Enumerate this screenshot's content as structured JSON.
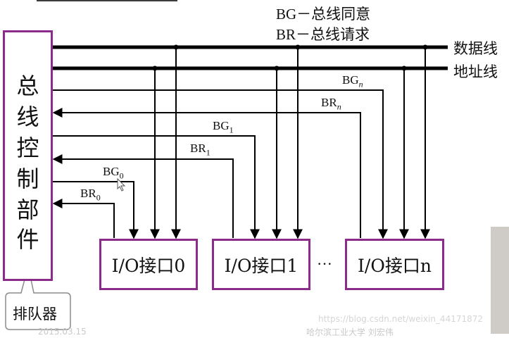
{
  "legend": {
    "bg": "BG－总线同意",
    "br": "BR－总线请求"
  },
  "bus_lines": {
    "data": "数据线",
    "address": "地址线"
  },
  "controller": {
    "chars": [
      "总",
      "线",
      "控",
      "制",
      "部",
      "件"
    ]
  },
  "callout": "排队器",
  "interfaces": [
    {
      "label": "I/O接口0"
    },
    {
      "label": "I/O接口1"
    },
    {
      "label": "I/O接口n"
    }
  ],
  "ellipsis": "···",
  "signals": [
    {
      "base": "BG",
      "sub": "n"
    },
    {
      "base": "BR",
      "sub": "n"
    },
    {
      "base": "BG",
      "sub": "1"
    },
    {
      "base": "BR",
      "sub": "1"
    },
    {
      "base": "BG",
      "sub": "0"
    },
    {
      "base": "BR",
      "sub": "0"
    }
  ],
  "footer": {
    "date": "2015.03.15",
    "university": "哈尔滨工业大学  刘宏伟",
    "watermark": "https://blog.csdn.net/weixin_44171872"
  },
  "colors": {
    "frame": "#8b2b8a",
    "line": "#000000"
  }
}
